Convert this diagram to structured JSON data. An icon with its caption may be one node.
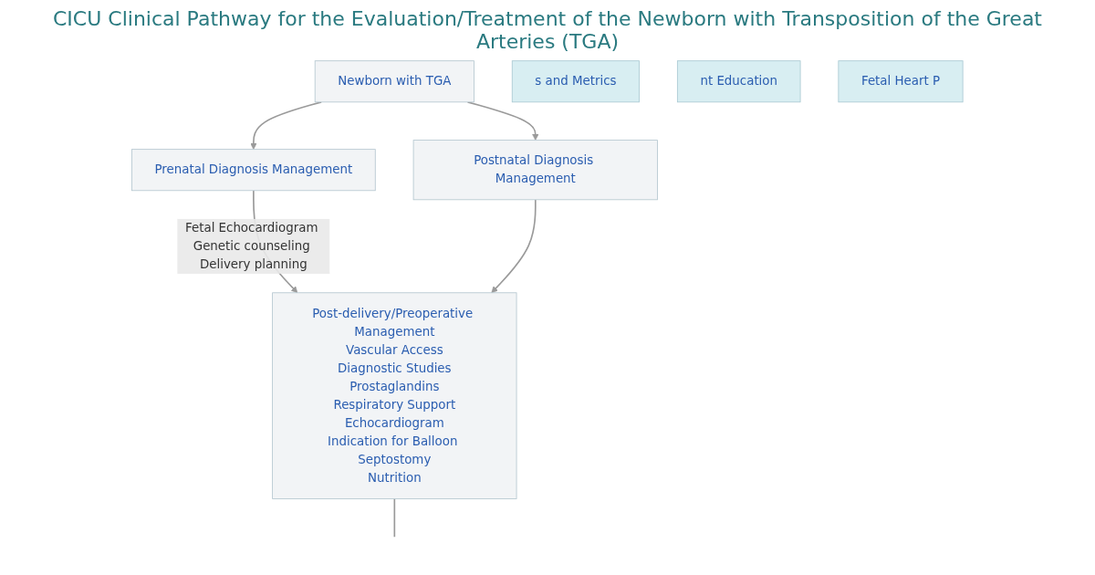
{
  "diagram": {
    "title": "CICU Clinical Pathway for the Evaluation/Treatment of the Newborn with Transposition of the Great Arteries (TGA)",
    "nodes": [
      {
        "text": [
          "Newborn with TGA"
        ]
      },
      {
        "text": [
          "Prenatal Diagnosis Management"
        ]
      },
      {
        "text": [
          "Postnatal Diagnosis Management"
        ]
      },
      {
        "text": [
          "Post-delivery/Preoperative Management",
          "Vascular Access",
          "Diagnostic Studies",
          "Prostaglandins",
          "Respiratory Support",
          "Echocardiogram",
          "Indication for Balloon Septostomy",
          "Nutrition"
        ]
      },
      {
        "text": [
          "s and Metrics"
        ]
      },
      {
        "text": [
          "nt Education"
        ]
      },
      {
        "text": [
          "Fetal Heart P"
        ]
      }
    ],
    "edges": [
      {
        "from": 0,
        "to": 1,
        "arrow": "to"
      },
      {
        "from": 0,
        "to": 2,
        "arrow": "to"
      },
      {
        "from": 1,
        "to": 3,
        "arrow": "to",
        "label": "Fetal Echocardiogram Genetic counseling Delivery planning"
      },
      {
        "from": 2,
        "to": 3,
        "arrow": "to"
      },
      {
        "from": 3,
        "to": null,
        "arrow": "none"
      }
    ]
  }
}
